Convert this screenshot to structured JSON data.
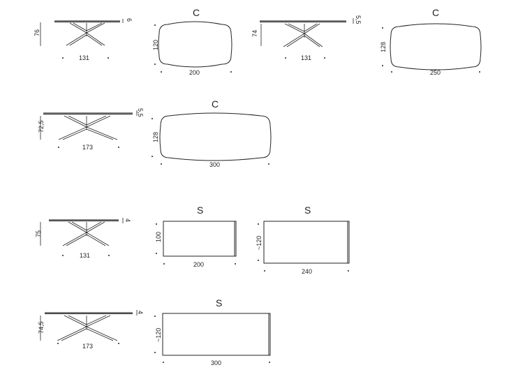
{
  "rows": [
    {
      "views": [
        {
          "type": "side",
          "width": "131",
          "height": "76",
          "thickness": "6"
        },
        {
          "type": "top",
          "shape": "C",
          "width": "200",
          "depth": "120"
        },
        {
          "type": "side",
          "width": "131",
          "height": "74",
          "thickness": "5,5"
        },
        {
          "type": "top",
          "shape": "C",
          "width": "250",
          "depth": "128"
        }
      ]
    },
    {
      "views": [
        {
          "type": "side",
          "width": "173",
          "height": "72,5",
          "thickness": "5,5"
        },
        {
          "type": "top",
          "shape": "C",
          "width": "300",
          "depth": "128"
        }
      ]
    },
    {
      "views": [
        {
          "type": "side",
          "width": "131",
          "height": "75",
          "thickness": "4"
        },
        {
          "type": "top",
          "shape": "S",
          "width": "200",
          "depth": "100"
        },
        {
          "type": "top",
          "shape": "S",
          "width": "240",
          "depth": "~120"
        }
      ]
    },
    {
      "views": [
        {
          "type": "side",
          "width": "173",
          "height": "74,5",
          "thickness": "4"
        },
        {
          "type": "top",
          "shape": "S",
          "width": "300",
          "depth": "~120"
        }
      ]
    }
  ]
}
